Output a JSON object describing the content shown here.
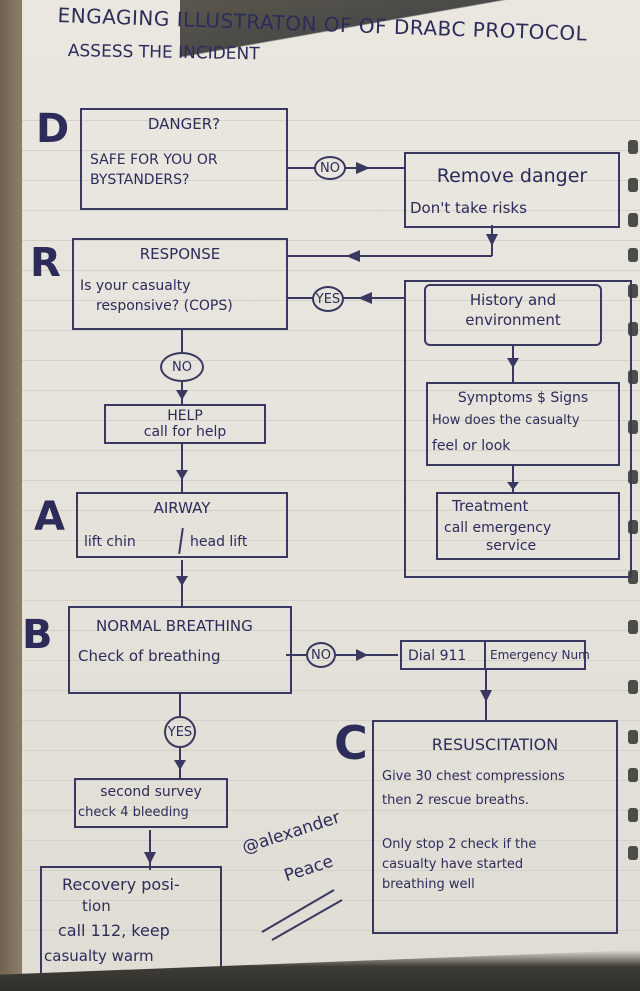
{
  "title": "ENGAGING ILLUSTRATON OF OF DRABC PROTOCOL",
  "subtitle": "ASSESS THE INCIDENT",
  "ink_color": "#2d2b5a",
  "steps": {
    "D": {
      "letter": "D",
      "heading": "DANGER?",
      "text": [
        "SAFE FOR YOU OR",
        "BYSTANDERS?"
      ]
    },
    "remove_danger": {
      "heading": "Remove danger",
      "text": "Don't take risks"
    },
    "R": {
      "letter": "R",
      "heading": "RESPONSE",
      "text": [
        "Is your casualty",
        "responsive? (COPS)"
      ]
    },
    "history": {
      "text": [
        "History and",
        "environment"
      ]
    },
    "symptoms": {
      "text": [
        "Symptoms $ Signs",
        "How does the casualty",
        "feel or look"
      ]
    },
    "treatment": {
      "text": [
        "Treatment",
        "call emergency",
        "service"
      ]
    },
    "help": {
      "heading": "HELP",
      "text": "call for help"
    },
    "A": {
      "letter": "A",
      "heading": "AIRWAY",
      "left": "lift chin",
      "right": "head lift"
    },
    "B": {
      "letter": "B",
      "heading": "NORMAL BREATHING",
      "text": "Check of breathing"
    },
    "dial": {
      "left": "Dial 911",
      "right": "Emergency Num"
    },
    "C": {
      "letter": "C",
      "heading": "RESUSCITATION",
      "text": [
        "Give 30 chest compressions",
        "then 2 rescue breaths."
      ],
      "note": [
        "Only stop 2 check if the",
        "casualty have started",
        "breathing well"
      ]
    },
    "second_survey": {
      "text": [
        "second survey",
        "check 4 bleeding"
      ]
    },
    "recovery": {
      "text": [
        "Recovery posi-",
        "tion",
        "call 112, keep",
        "casualty warm"
      ]
    }
  },
  "decisions": {
    "danger_no": "NO",
    "response_yes": "YES",
    "response_no": "NO",
    "breathing_no": "NO",
    "breathing_yes": "YES"
  },
  "signature": [
    "@alexander",
    "Peace"
  ]
}
